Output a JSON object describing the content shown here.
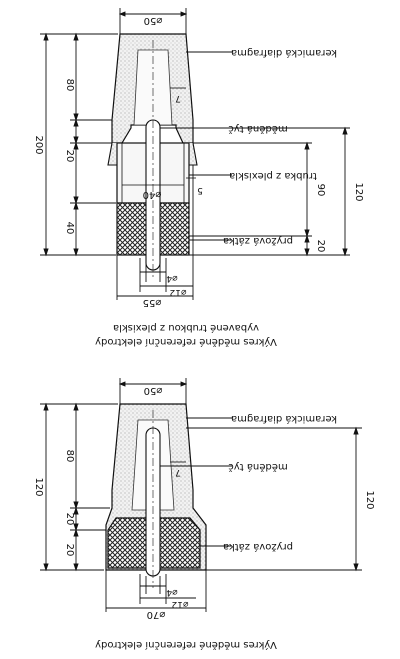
{
  "top": {
    "callouts": {
      "diaphragm": "keramická diafragma",
      "rod": "měděná tyč",
      "tube": "trubka z plexiskla",
      "plug": "pryžová zátka"
    },
    "caption_line1": "Výkres měděné referenční elektrody",
    "caption_line2": "vybavené trubkou z plexiskla",
    "dims": {
      "top_width": "⌀50",
      "inner_width": "⌀40",
      "outer_width": "⌀55",
      "bottom_width": "⌀12",
      "rod_width": "⌀4",
      "total_height": "200",
      "upper_height": "80",
      "collar_height": "20",
      "lower_height": "40",
      "right_total": "120",
      "right_mid": "90",
      "right_low": "20",
      "wall": "7",
      "tube_wall": "5"
    }
  },
  "bottom": {
    "callouts": {
      "diaphragm": "keramická diafragma",
      "rod": "měděná tyč",
      "plug": "pryžová zátka"
    },
    "caption_line1": "Výkres měděné referenční elektrody",
    "dims": {
      "top_width": "⌀50",
      "outer_width": "⌀70",
      "bottom_width": "⌀12",
      "rod_width": "⌀4",
      "total_height": "120",
      "upper_height": "80",
      "collar_height": "20",
      "lower_height": "20",
      "right_total": "120",
      "wall": "7"
    }
  }
}
